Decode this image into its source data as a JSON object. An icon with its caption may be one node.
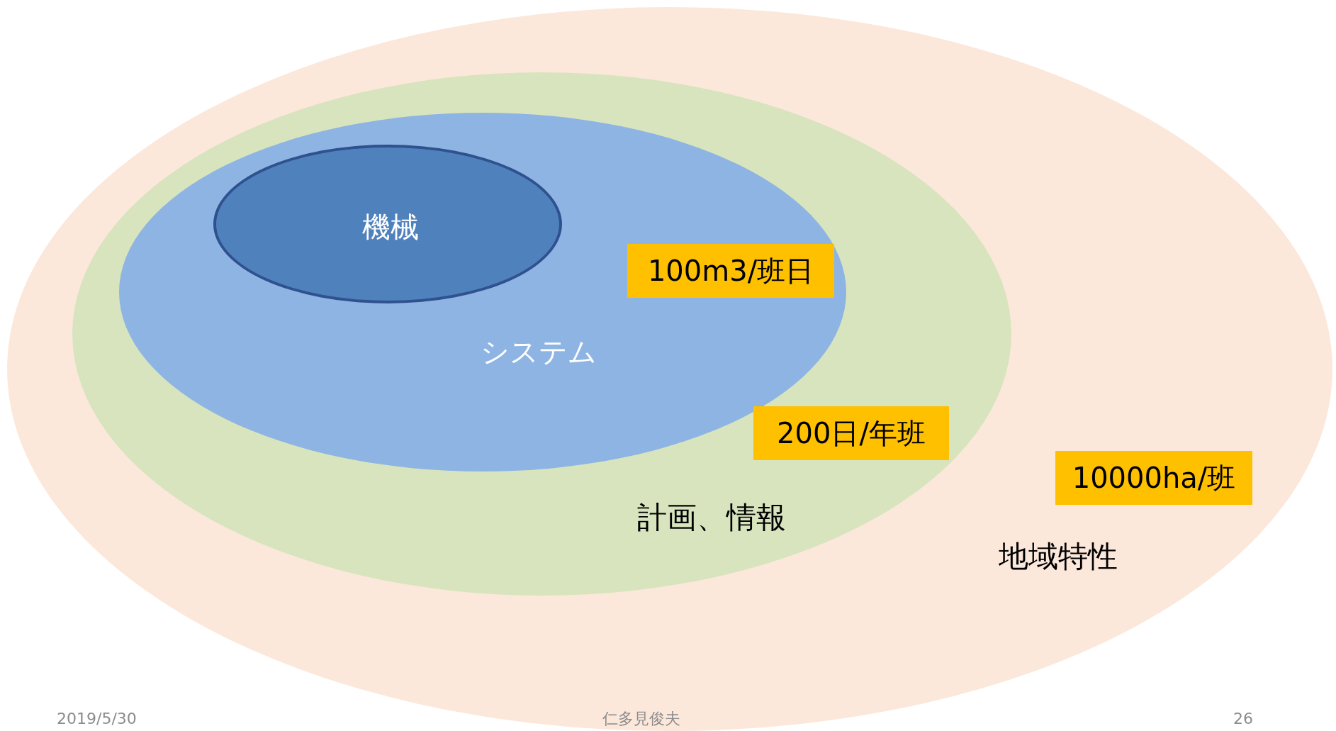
{
  "diagram": {
    "nodes": [
      {
        "text": [
          "地域特性"
        ]
      },
      {
        "text": [
          "計画、情報"
        ],
        "in": 0
      },
      {
        "text": [
          "システム"
        ],
        "in": 1
      },
      {
        "text": [
          "機械"
        ],
        "in": 2
      },
      {
        "text": [
          "100m3/班日"
        ],
        "in": 2
      },
      {
        "text": [
          "200日/年班"
        ],
        "in": 1
      },
      {
        "text": [
          "10000ha/班"
        ],
        "in": 0
      }
    ],
    "labels": [
      "2019/5/30",
      "仁多見俊夫",
      "26"
    ]
  }
}
